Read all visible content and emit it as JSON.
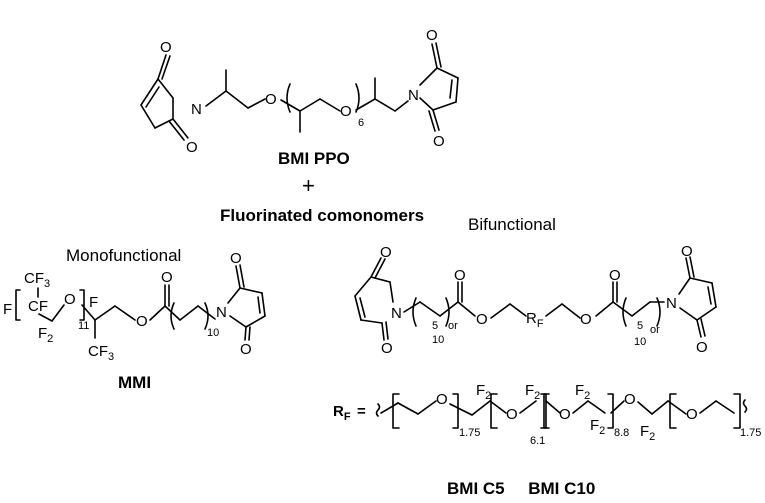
{
  "top": {
    "bmi_ppo_label": "BMI PPO",
    "plus": "+",
    "comonomers_label": "Fluorinated comonomers",
    "repeat_count": "6"
  },
  "mono": {
    "heading": "Monofunctional",
    "name": "MMI",
    "repeat_count": "11",
    "chain_count": "10",
    "cf3_top": "CF",
    "cf3_sub": "3",
    "cf_label": "CF",
    "f_label": "F",
    "f2_label": "F",
    "f2_sub": "2",
    "cf3_bottom": "CF",
    "cf3_bottom_sub": "3"
  },
  "bi": {
    "heading": "Bifunctional",
    "rf_label": "R",
    "rf_sub": "F",
    "count_left_a": "5",
    "count_left_or": "or",
    "count_left_b": "10",
    "count_right_a": "5",
    "count_right_or": "or",
    "count_right_b": "10",
    "names": "BMI C5     BMI C10"
  },
  "rf": {
    "label": "R",
    "label_sub": "F",
    "equals": "=",
    "n1": "1.75",
    "n2": "6.1",
    "n3": "8.8",
    "n4": "1.75",
    "f2": "F",
    "f2_sub": "2"
  },
  "atoms": {
    "O": "O",
    "N": "N"
  }
}
